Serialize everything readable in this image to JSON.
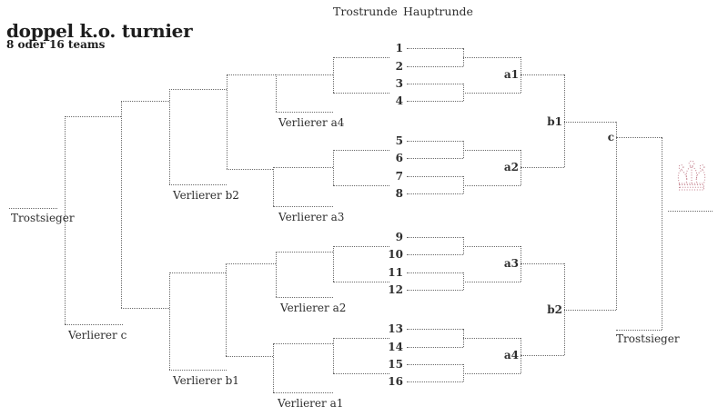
{
  "title": "doppel k.o. turnier",
  "subtitle": "8 oder 16 teams",
  "headers": {
    "trostrunde": "Trostrunde",
    "hauptrunde": "Hauptrunde"
  },
  "teams": [
    "1",
    "2",
    "3",
    "4",
    "5",
    "6",
    "7",
    "8",
    "9",
    "10",
    "11",
    "12",
    "13",
    "14",
    "15",
    "16"
  ],
  "main_round": {
    "a1": "a1",
    "a2": "a2",
    "a3": "a3",
    "a4": "a4",
    "b1": "b1",
    "b2": "b2",
    "c": "c"
  },
  "consolation": {
    "verlierer_a4": "Verlierer a4",
    "verlierer_a3": "Verlierer a3",
    "verlierer_b2": "Verlierer b2",
    "verlierer_a2": "Verlierer a2",
    "verlierer_a1": "Verlierer a1",
    "verlierer_b1": "Verlierer b1",
    "verlierer_c": "Verlierer c",
    "trostsieger_left": "Trostsieger",
    "trostsieger_right": "Trostsieger"
  },
  "winner": {
    "icon": "crown-icon"
  },
  "colors": {
    "line": "#6a6a6a",
    "text": "#2e2e2e",
    "crown": "#c17b88",
    "background": "#ffffff"
  }
}
